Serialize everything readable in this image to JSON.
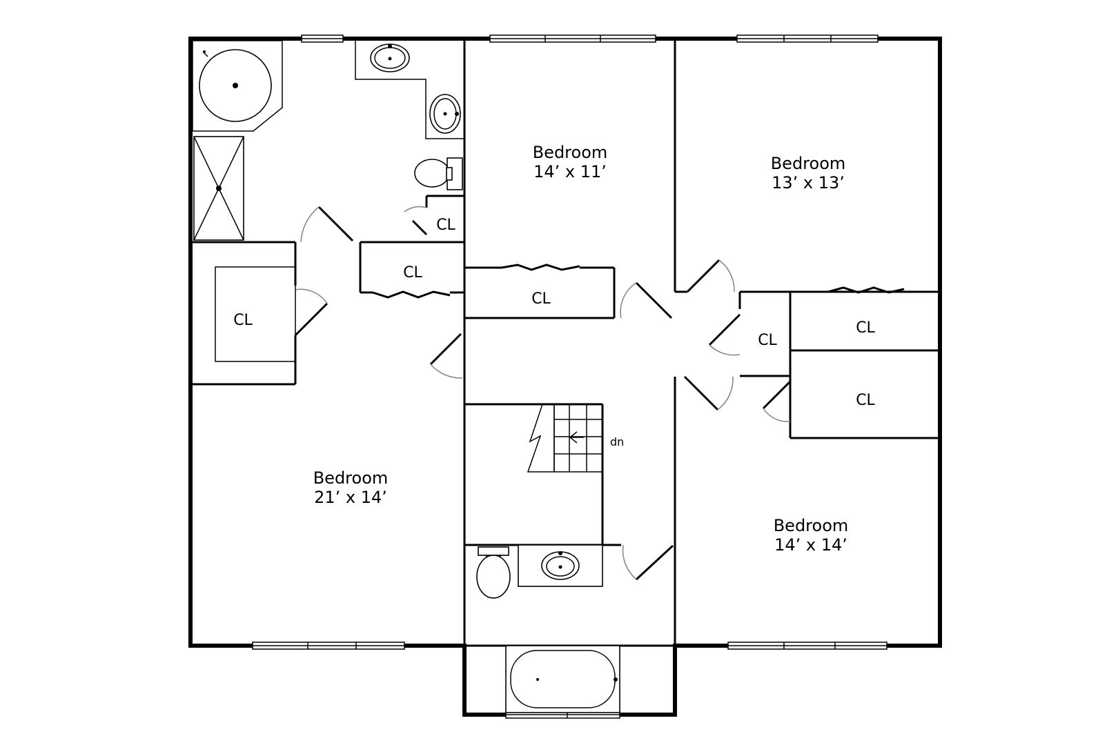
{
  "rooms": {
    "bedroom_top_middle": {
      "name": "Bedroom",
      "size": "14’ x 11’"
    },
    "bedroom_top_right": {
      "name": "Bedroom",
      "size": "13’ x 13’"
    },
    "bedroom_left": {
      "name": "Bedroom",
      "size": "21’ x 14’"
    },
    "bedroom_bottom_right": {
      "name": "Bedroom",
      "size": "14’ x 14’"
    }
  },
  "closets": {
    "label": "CL"
  },
  "stairs": {
    "direction_label": "dn"
  },
  "colors": {
    "wall": "#000000",
    "background": "#ffffff",
    "door_swing": "#888888"
  }
}
